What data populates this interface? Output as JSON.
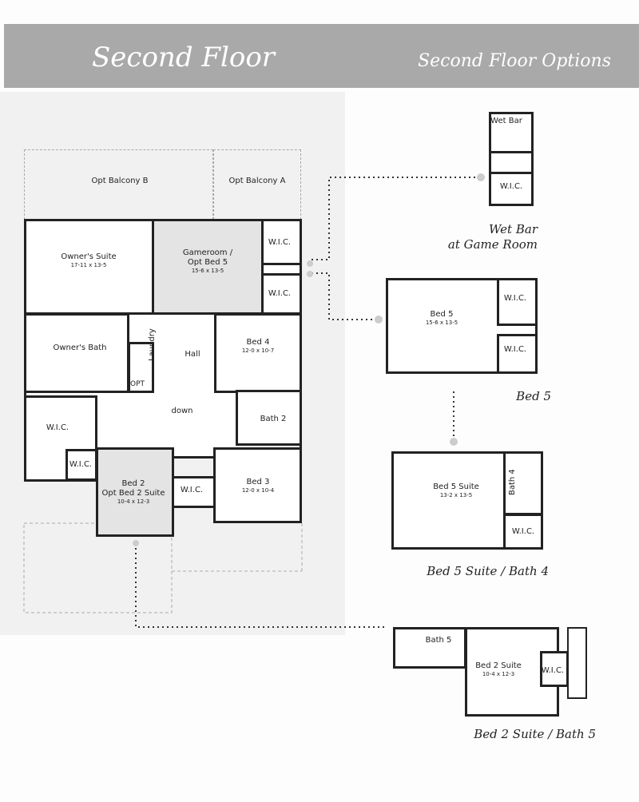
{
  "header": {
    "title": "Second Floor",
    "options_title": "Second Floor Options"
  },
  "main_plan": {
    "balcony_b": "Opt Balcony B",
    "balcony_a": "Opt Balcony A",
    "owners_suite": {
      "name": "Owner's Suite",
      "dim": "17-11 x 13-5"
    },
    "gameroom": {
      "name": "Gameroom /",
      "name2": "Opt Bed 5",
      "dim": "15-6 x 13-5"
    },
    "wic": "W.I.C.",
    "owners_bath": "Owner's Bath",
    "laundry": "Laundry",
    "opt": "OPT",
    "hall": "Hall",
    "down": "down",
    "bed4": {
      "name": "Bed 4",
      "dim": "12-0 x 10-7"
    },
    "bath2": "Bath 2",
    "bed2": {
      "name": "Bed 2",
      "name2": "Opt Bed 2 Suite",
      "dim": "10-4 x 12-3"
    },
    "bed3": {
      "name": "Bed 3",
      "dim": "12-0 x 10-4"
    }
  },
  "options": {
    "wet_bar": {
      "label": "Wet Bar",
      "wic": "W.I.C.",
      "caption1": "Wet Bar",
      "caption2": "at Game Room"
    },
    "bed5": {
      "name": "Bed 5",
      "dim": "15-6 x 13-5",
      "wic": "W.I.C.",
      "caption": "Bed 5"
    },
    "bed5_suite": {
      "name": "Bed 5 Suite",
      "dim": "13-2 x 13-5",
      "bath": "Bath 4",
      "wic": "W.I.C.",
      "caption": "Bed 5 Suite / Bath 4"
    },
    "bed2_suite": {
      "name": "Bed 2 Suite",
      "dim": "10-4 x 12-3",
      "bath": "Bath 5",
      "wic": "W.I.C.",
      "caption": "Bed 2 Suite / Bath 5"
    }
  }
}
